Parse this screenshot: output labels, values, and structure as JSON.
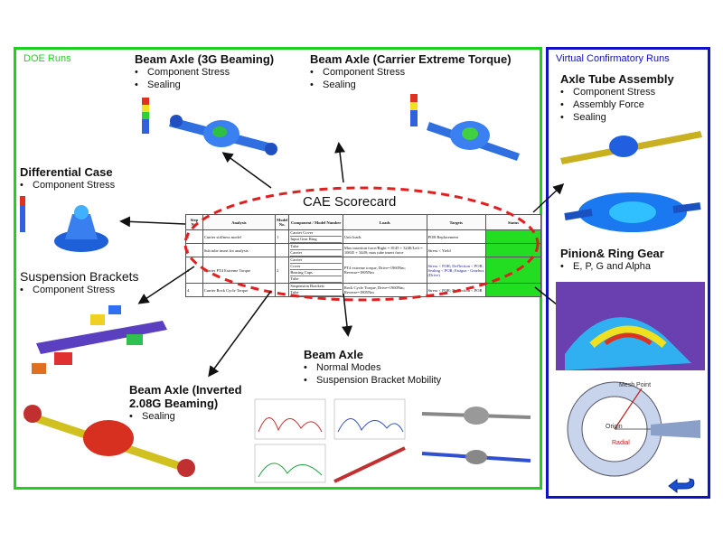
{
  "doe": {
    "title": "DOE Runs"
  },
  "vcr": {
    "title": "Virtual Confirmatory Runs"
  },
  "scorecard": {
    "title": "CAE Scorecard",
    "headers": [
      "Step No.",
      "Analysis",
      "Model No.",
      "Component / Model Number",
      "Loads",
      "Targets",
      "Status"
    ],
    "rows": [
      {
        "step": "1",
        "analysis": "Carrier stiffness model",
        "model": "1",
        "components": [
          "Carrier Cover",
          "Input Gear Ring"
        ],
        "loads": "Unit loads",
        "targets": "POR Replacement"
      },
      {
        "step": "2",
        "analysis": "Sub tube insert for analysis",
        "model": "",
        "components": [
          "Tube",
          "Carrier"
        ],
        "loads": "Max insertion force/Right = 8145 + 3240/Left = 10845 + 3449; max tube insert force",
        "targets": "Stress < Yield"
      },
      {
        "step": "3",
        "analysis": "Carrier PT4 Extreme Torque",
        "model": "2",
        "components": [
          "Carrier",
          "Cover",
          "Bearing Caps",
          "Tube"
        ],
        "loads": "PT4 extreme torque, Drive=1960Nm; Reverse=1805Nm",
        "targets": "Stress < POR; Def'lection < POR; Sealing < POR; Fatigue - Gearbox (Drive)"
      },
      {
        "step": "4",
        "analysis": "Carrier Rock Cycle Torque",
        "model": "",
        "components": [
          "Suspension Brackets",
          "Tube"
        ],
        "loads": "Rock Cycle Torque, Drive=1960Nm; Reverse=1805Nm",
        "targets": "Stress < POR; Def'lection < POR"
      }
    ]
  },
  "blocks": {
    "beam3g": {
      "title": "Beam Axle (3G Beaming)",
      "bullets": [
        "Component Stress",
        "Sealing"
      ]
    },
    "carrierTorque": {
      "title": "Beam Axle (Carrier Extreme Torque)",
      "bullets": [
        "Component Stress",
        "Sealing"
      ]
    },
    "diffCase": {
      "title": "Differential Case",
      "bullets": [
        "Component Stress"
      ]
    },
    "suspBrackets": {
      "title": "Suspension Brackets",
      "bullets": [
        "Component Stress"
      ]
    },
    "inverted": {
      "title_line1": "Beam Axle (Inverted",
      "title_line2": "2.08G Beaming)",
      "bullets": [
        "Sealing"
      ]
    },
    "beamAxle": {
      "title": "Beam Axle",
      "bullets": [
        "Normal Modes",
        "Suspension Bracket Mobility"
      ]
    },
    "axleTube": {
      "title": "Axle Tube Assembly",
      "bullets": [
        "Component Stress",
        "Assembly Force",
        "Sealing"
      ]
    },
    "pinion": {
      "title": "Pinion& Ring Gear",
      "bullets": [
        "E, P, G and Alpha"
      ]
    }
  },
  "gear_labels": {
    "mesh": "Mesh Point",
    "origin": "Origin",
    "radial": "Radial"
  },
  "colors": {
    "doe_border": "#1fd11f",
    "vcr_border": "#1010c8",
    "status_pass": "#22dd22",
    "scorecard_ellipse": "#e02020"
  }
}
